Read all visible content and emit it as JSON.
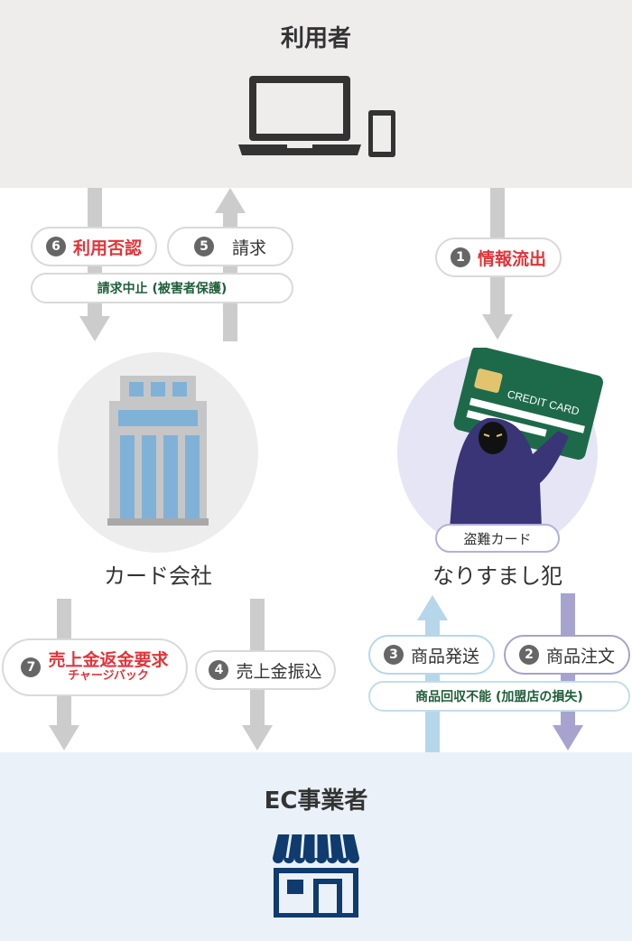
{
  "actors": {
    "user": "利用者",
    "card_company": "カード会社",
    "fraudster": "なりすまし犯",
    "merchant": "EC事業者"
  },
  "steps": {
    "s1": {
      "num": "1",
      "label": "情報流出"
    },
    "s2": {
      "num": "2",
      "label": "商品注文"
    },
    "s3": {
      "num": "3",
      "label": "商品発送"
    },
    "s4": {
      "num": "4",
      "label": "売上金振込"
    },
    "s5": {
      "num": "5",
      "label": "請求"
    },
    "s6": {
      "num": "6",
      "label": "利用否認"
    },
    "s7": {
      "num": "7",
      "label": "売上金返金要求",
      "sub": "チャージバック"
    }
  },
  "notes": {
    "request_stop": "請求中止 (被害者保護)",
    "unrecoverable": "商品回収不能 (加盟店の損失)",
    "stolen_card": "盗難カード"
  },
  "card": {
    "text": "CREDIT CARD"
  },
  "colors": {
    "arrow_gray": "#cccccc",
    "arrow_blue": "#b6d6ea",
    "arrow_purple": "#a7a3cf",
    "accent_red": "#e0343a",
    "dark_gray": "#333333",
    "navy": "#0f3b6e",
    "card_green": "#1d6a4a",
    "hoodie": "#3a3576"
  }
}
